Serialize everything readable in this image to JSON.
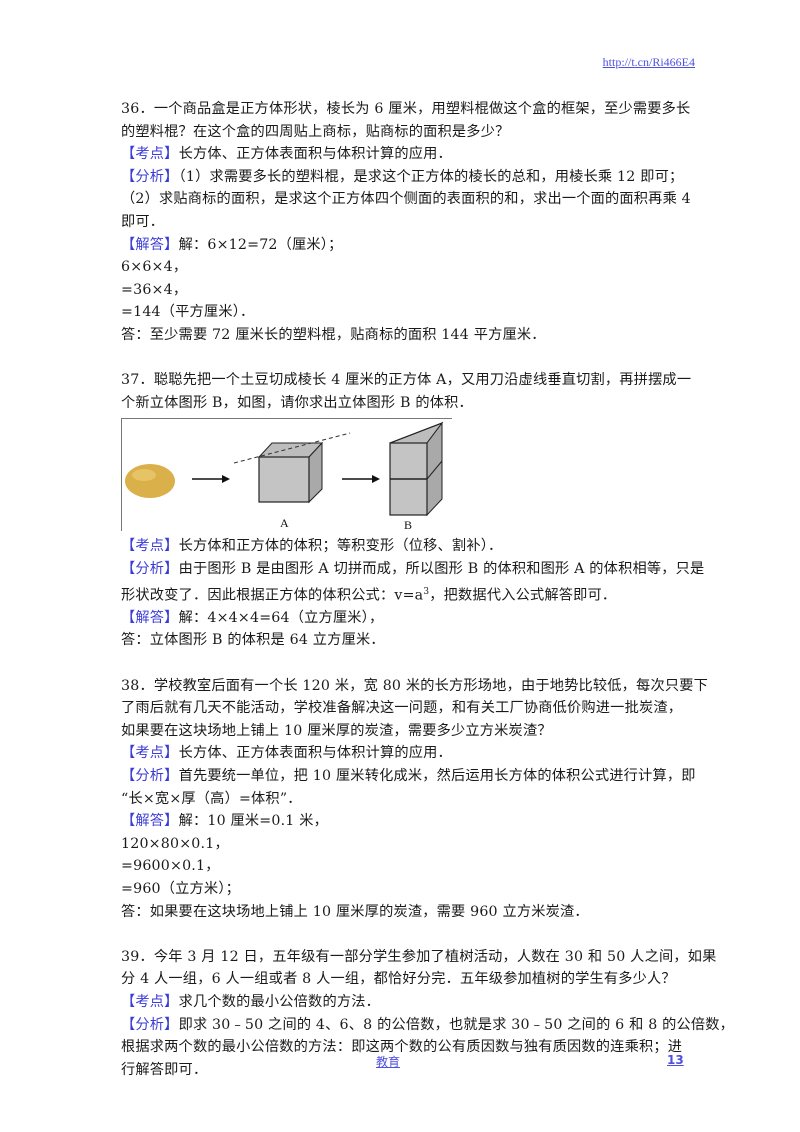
{
  "header": {
    "link": "http://t.cn/Ri466E4"
  },
  "tags": {
    "kaodian": "【考点】",
    "fenxi": "【分析】",
    "jieda": "【解答】"
  },
  "q36": {
    "lines": [
      "36．一个商品盒是正方体形状，棱长为 6 厘米，用塑料棍做这个盒的框架，至少需要多长",
      "的塑料棍？在这个盒的四周贴上商标，贴商标的面积是多少？"
    ],
    "kaodian": "长方体、正方体表面积与体积计算的应用．",
    "fenxi": [
      "（1）求需要多长的塑料棍，是求这个正方体的棱长的总和，用棱长乘 12 即可；",
      "（2）求贴商标的面积，是求这个正方体四个侧面的表面积的和，求出一个面的面积再乘 4",
      "即可．"
    ],
    "jieda": "解：6×12=72（厘米）；",
    "steps": [
      "6×6×4，",
      "=36×4，",
      "=144（平方厘米）．",
      "答：至少需要 72 厘米长的塑料棍，贴商标的面积 144 平方厘米．"
    ]
  },
  "q37": {
    "lines": [
      "37．聪聪先把一个土豆切成棱长 4 厘米的正方体 A，又用刀沿虚线垂直切割，再拼摆成一",
      "个新立体图形 B，如图，请你求出立体图形 B 的体积．"
    ],
    "figure": {
      "label_a": "A",
      "label_b": "B"
    },
    "kaodian": "长方体和正方体的体积；等积变形（位移、割补）．",
    "fenxi": [
      "由于图形 B 是由图形 A 切拼而成，所以图形 B 的体积和图形 A 的体积相等，只是"
    ],
    "fenxi2_pre": "形状改变了．因此根据正方体的体积公式：v=a",
    "fenxi2_sup": "3",
    "fenxi2_post": "，把数据代入公式解答即可．",
    "jieda": "解：4×4×4=64（立方厘米），",
    "answer": "答：立体图形 B 的体积是 64 立方厘米．"
  },
  "q38": {
    "lines": [
      "38．学校教室后面有一个长 120 米，宽 80 米的长方形场地，由于地势比较低，每次只要下",
      "了雨后就有几天不能活动，学校准备解决这一问题，和有关工厂协商低价购进一批炭渣，",
      "如果要在这块场地上铺上 10 厘米厚的炭渣，需要多少立方米炭渣？"
    ],
    "kaodian": "长方体、正方体表面积与体积计算的应用．",
    "fenxi": [
      "首先要统一单位，把 10 厘米转化成米，然后运用长方体的体积公式进行计算，即",
      "“长×宽×厚（高）=体积”．"
    ],
    "jieda": "解：10 厘米=0.1 米，",
    "steps": [
      "120×80×0.1，",
      "=9600×0.1，",
      "=960（立方米）；",
      "答：如果要在这块场地上铺上 10 厘米厚的炭渣，需要 960 立方米炭渣．"
    ]
  },
  "q39": {
    "lines": [
      "39．今年 3 月 12 日，五年级有一部分学生参加了植树活动，人数在 30 和 50 人之间，如果",
      "分 4 人一组，6 人一组或者 8 人一组，都恰好分完．五年级参加植树的学生有多少人？"
    ],
    "kaodian": "求几个数的最小公倍数的方法．",
    "fenxi": [
      "即求 30﹣50 之间的 4、6、8 的公倍数，也就是求 30﹣50 之间的 6 和 8 的公倍数，",
      "根据求两个数的最小公倍数的方法：即这两个数的公有质因数与独有质因数的连乘积；进",
      "行解答即可．"
    ]
  },
  "footer": {
    "left_link": "教育",
    "page_number": "13"
  },
  "colors": {
    "tag": "#3b3bd6",
    "link": "#5050e0",
    "text": "#1a1a1a"
  }
}
